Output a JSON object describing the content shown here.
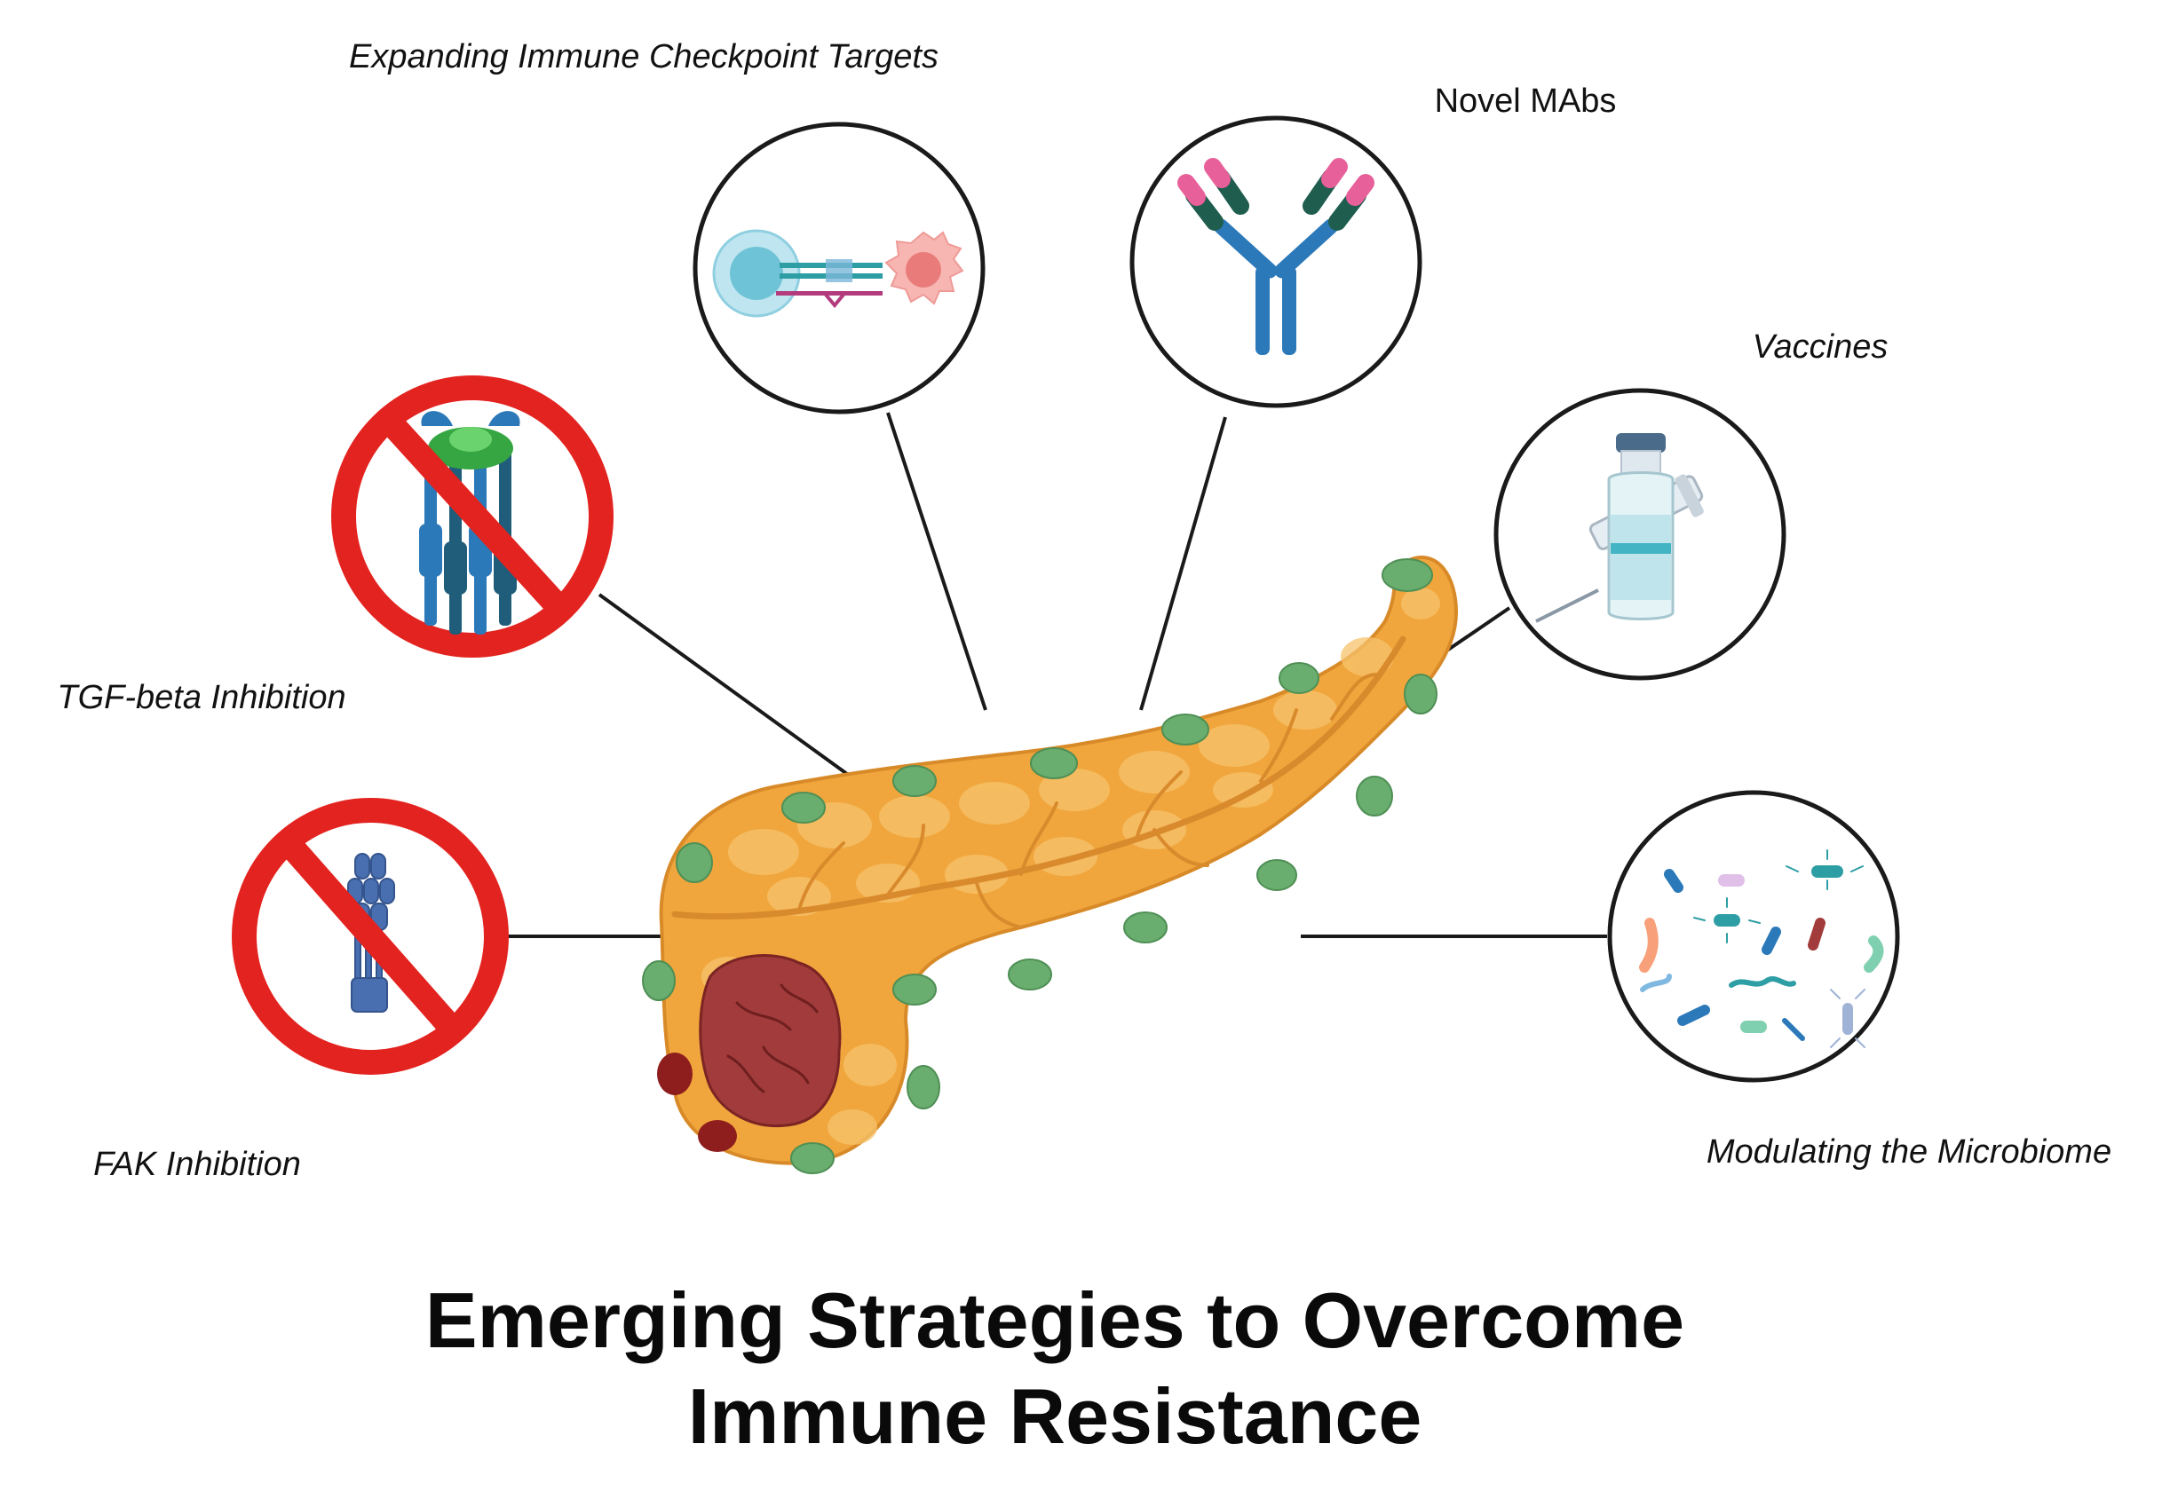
{
  "title": {
    "line1": "Emerging Strategies to Overcome",
    "line2": "Immune Resistance"
  },
  "strategies": {
    "checkpoint": "Expanding Immune Checkpoint Targets",
    "mabs": "Novel MAbs",
    "vaccines": "Vaccines",
    "tgf": "TGF-beta Inhibition",
    "fak": "FAK Inhibition",
    "microbiome": "Modulating the Microbiome"
  },
  "colors": {
    "pancreas": "#f0a63c",
    "pancreas_light": "#f7c36c",
    "duct": "#d98a2c",
    "lymph_node": "#6aae6f",
    "tumor": "#a23b3b",
    "prohibition_red": "#e3231f",
    "receptor_blue": "#2b79b9",
    "antibody_pink": "#e8609a",
    "antibody_dark": "#1f5d4f"
  },
  "icons": {
    "checkpoint": "immune-synapse-icon",
    "mabs": "antibody-icon",
    "vaccines": "vaccine-vial-syringe-icon",
    "tgf": "tgf-beta-receptor-prohibited-icon",
    "fak": "fak-protein-prohibited-icon",
    "microbiome": "bacteria-icon"
  }
}
